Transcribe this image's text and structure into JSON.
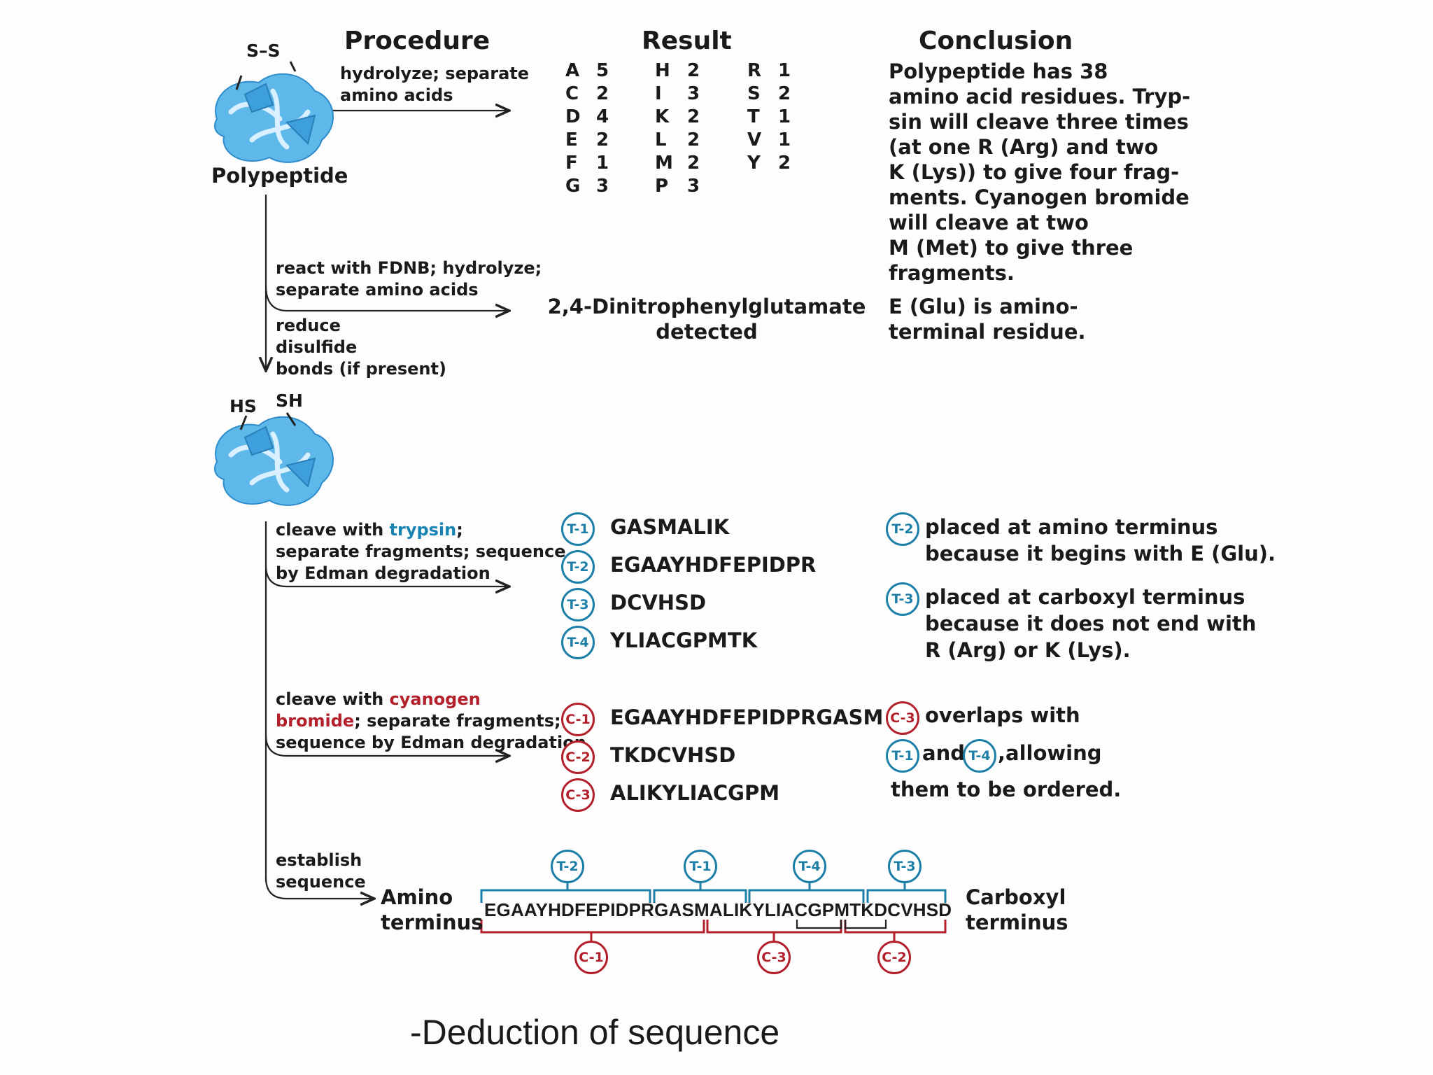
{
  "headers": {
    "procedure": "Procedure",
    "result": "Result",
    "conclusion": "Conclusion"
  },
  "top_protein": {
    "label": "Polypeptide",
    "ss_label": "S–S"
  },
  "mid_protein": {
    "hs_label": "HS",
    "sh_label": "SH"
  },
  "steps": {
    "hydrolyze": [
      "hydrolyze; separate",
      "amino acids"
    ],
    "fdnb": [
      "react with FDNB;  hydrolyze;",
      "separate amino acids"
    ],
    "reduce": [
      "reduce",
      "disulfide",
      "bonds (if present)"
    ],
    "trypsin": {
      "pre": "cleave with ",
      "enzyme": "trypsin",
      "post": ";",
      "line2": "separate fragments; sequence",
      "line3": "by Edman degradation"
    },
    "cnbr": {
      "pre": "cleave with ",
      "enzyme1": "cyanogen",
      "enzyme2": "bromide",
      "post": "; separate fragments;",
      "line3": "sequence by Edman degradation"
    },
    "establish": [
      "establish",
      "sequence"
    ]
  },
  "composition": [
    [
      [
        "A",
        "5"
      ],
      [
        "C",
        "2"
      ],
      [
        "D",
        "4"
      ],
      [
        "E",
        "2"
      ],
      [
        "F",
        "1"
      ],
      [
        "G",
        "3"
      ]
    ],
    [
      [
        "H",
        "2"
      ],
      [
        "I",
        "3"
      ],
      [
        "K",
        "2"
      ],
      [
        "L",
        "2"
      ],
      [
        "M",
        "2"
      ],
      [
        "P",
        "3"
      ]
    ],
    [
      [
        "R",
        "1"
      ],
      [
        "S",
        "2"
      ],
      [
        "T",
        "1"
      ],
      [
        "V",
        "1"
      ],
      [
        "Y",
        "2"
      ]
    ]
  ],
  "fdnb_result": [
    "2,4-Dinitrophenylglutamate",
    "detected"
  ],
  "conclusions": {
    "composition": [
      "Polypeptide has 38",
      "amino acid residues. Tryp-",
      "sin will cleave three times",
      "(at one R (Arg) and two",
      "K (Lys)) to give four frag-",
      "ments. Cyanogen bromide",
      "will cleave at two",
      "M (Met) to give three",
      "fragments."
    ],
    "amino_terminal": [
      "E (Glu) is amino-",
      "terminal  residue."
    ],
    "t2": [
      "placed at amino terminus",
      "because it begins with E (Glu)."
    ],
    "t3": [
      "placed at carboxyl terminus",
      "because it does not end with",
      "R (Arg) or K (Lys)."
    ],
    "c3": {
      "line1": "overlaps with",
      "and": "and",
      "allowing": ",allowing",
      "line3": "them to be ordered."
    }
  },
  "trypsin_fragments": [
    {
      "id": "T-1",
      "seq": "GASMALIK"
    },
    {
      "id": "T-2",
      "seq": "EGAAYHDFEPIDPR"
    },
    {
      "id": "T-3",
      "seq": "DCVHSD"
    },
    {
      "id": "T-4",
      "seq": "YLIACGPMTK"
    }
  ],
  "cnbr_fragments": [
    {
      "id": "C-1",
      "seq": "EGAAYHDFEPIDPRGASM"
    },
    {
      "id": "C-2",
      "seq": "TKDCVHSD"
    },
    {
      "id": "C-3",
      "seq": "ALIKYLIACGPM"
    }
  ],
  "final": {
    "amino": [
      "Amino",
      "terminus"
    ],
    "carboxyl": [
      "Carboxyl",
      "terminus"
    ],
    "sequence": "EGAAYHDFEPIDPRGASMALIKYLIACGPMTKDCVHSD",
    "top_badges": [
      "T-2",
      "T-1",
      "T-4",
      "T-3"
    ],
    "bottom_badges": [
      "C-1",
      "C-3",
      "C-2"
    ]
  },
  "caption": "-Deduction of sequence",
  "colors": {
    "trypsin": "#1d7fa7",
    "cnbr": "#b3202b",
    "protein": "#5fb8ea"
  }
}
